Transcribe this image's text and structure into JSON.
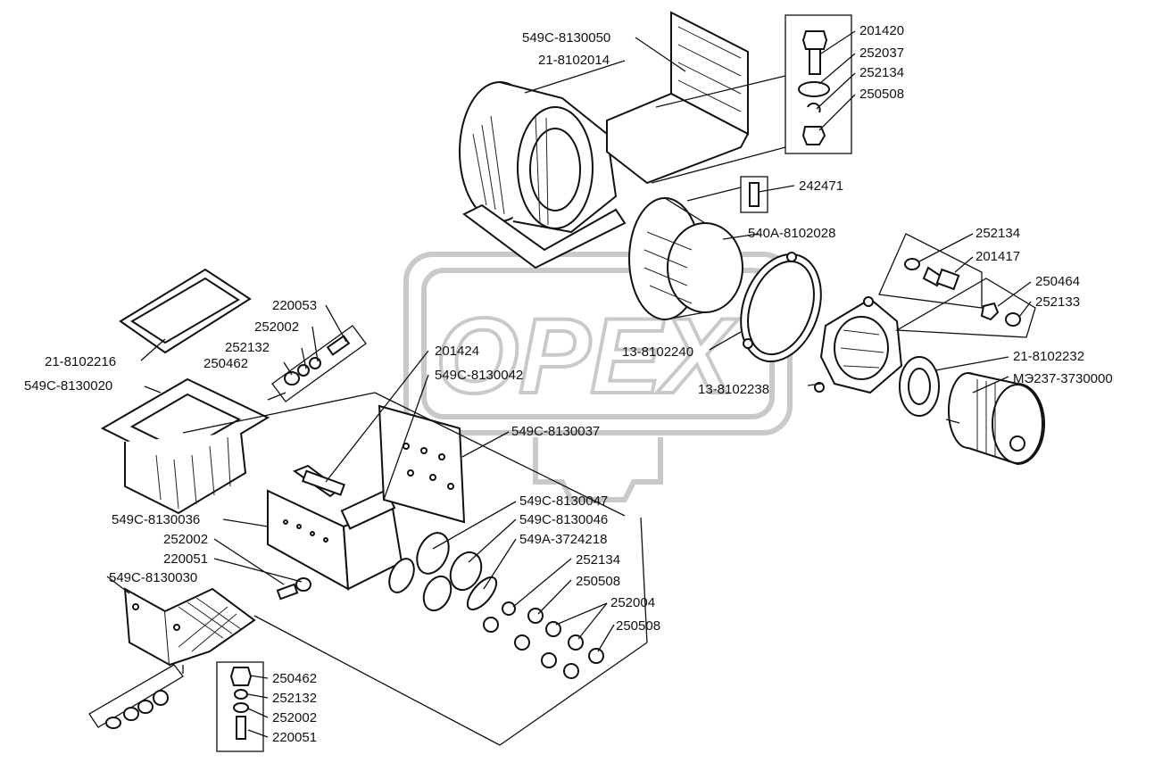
{
  "diagram": {
    "type": "exploded-parts-diagram",
    "watermark": "OPEX",
    "part_numbers": {
      "p549C_8130050": "549C-8130050",
      "p21_8102014": "21-8102014",
      "p201420": "201420",
      "p252037": "252037",
      "p252134_a": "252134",
      "p250508_a": "250508",
      "p242471": "242471",
      "p540A_8102028": "540A-8102028",
      "p252134_b": "252134",
      "p201417": "201417",
      "p250464": "250464",
      "p252133": "252133",
      "p21_8102232": "21-8102232",
      "pME237_3730000": "МЭ237-3730000",
      "p13_8102240": "13-8102240",
      "p13_8102238": "13-8102238",
      "p220053": "220053",
      "p252002_a": "252002",
      "p252132_a": "252132",
      "p250462_a": "250462",
      "p21_8102216": "21-8102216",
      "p549C_8130020": "549C-8130020",
      "p201424": "201424",
      "p549C_8130042": "549C-8130042",
      "p549C_8130037": "549C-8130037",
      "p549C_8130047": "549C-8130047",
      "p549C_8130046": "549C-8130046",
      "p549A_3724218": "549A-3724218",
      "p252134_c": "252134",
      "p250508_b": "250508",
      "p252004": "252004",
      "p250508_c": "250508",
      "p549C_8130036": "549C-8130036",
      "p252002_b": "252002",
      "p220051_a": "220051",
      "p549C_8130030": "549C-8130030",
      "p250462_b": "250462",
      "p252132_b": "252132",
      "p252002_c": "252002",
      "p220051_b": "220051"
    }
  }
}
